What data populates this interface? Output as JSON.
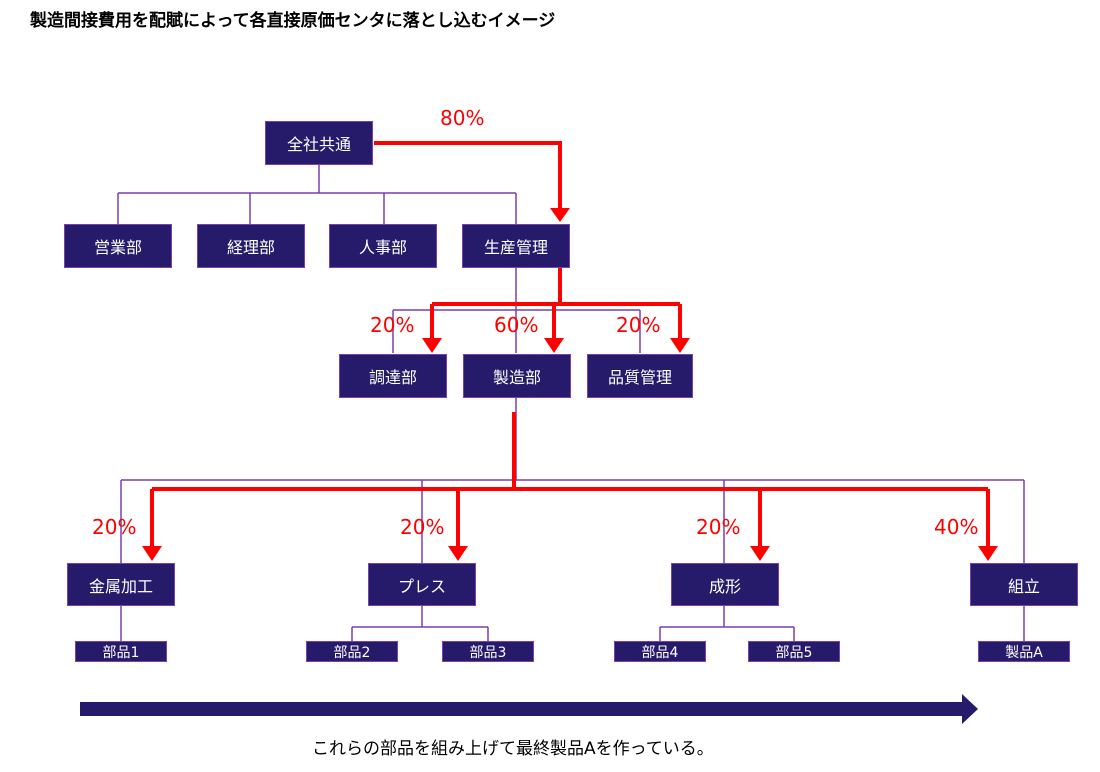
{
  "title": "製造間接費用を配賦によって各直接原価センタに落とし込むイメージ",
  "nodes": {
    "zensha": "全社共通",
    "eigyo": "営業部",
    "keiri": "経理部",
    "jinji": "人事部",
    "seisan": "生産管理",
    "chotatsu": "調達部",
    "seizo": "製造部",
    "hinshitsu": "品質管理",
    "kinzoku": "金属加工",
    "press": "プレス",
    "seikei": "成形",
    "kumitate": "組立",
    "buhin1": "部品1",
    "buhin2": "部品2",
    "buhin3": "部品3",
    "buhin4": "部品4",
    "buhin5": "部品5",
    "seihinA": "製品A"
  },
  "percentages": {
    "to_seisan": "80%",
    "to_chotatsu": "20%",
    "to_seizo": "60%",
    "to_hinshitsu": "20%",
    "to_kinzoku": "20%",
    "to_press": "20%",
    "to_seikei": "20%",
    "to_kumitate": "40%"
  },
  "caption": "これらの部品を組み上げて最終製品Aを作っている。",
  "colors": {
    "box_fill": "#261B6A",
    "box_border": "#7a3fb0",
    "tree_line": "#7a3fb0",
    "allocation_arrow": "#ff0000",
    "flow_arrow": "#261B6A"
  }
}
